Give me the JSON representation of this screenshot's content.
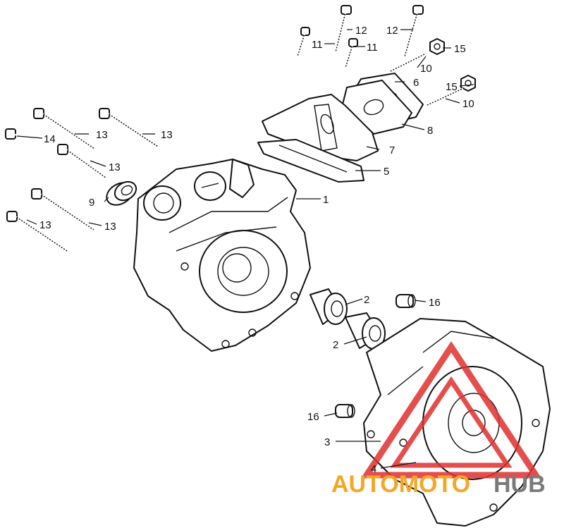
{
  "callouts": {
    "c1": "1",
    "c2a": "2",
    "c2b": "2",
    "c3": "3",
    "c4": "4",
    "c5": "5",
    "c6": "6",
    "c7": "7",
    "c8": "8",
    "c9": "9",
    "c10a": "10",
    "c10b": "10",
    "c11a": "11",
    "c11b": "11",
    "c12a": "12",
    "c12b": "12",
    "c13a": "13",
    "c13b": "13",
    "c13c": "13",
    "c13d": "13",
    "c13e": "13",
    "c14": "14",
    "c15a": "15",
    "c15b": "15",
    "c16a": "16",
    "c16b": "16"
  },
  "watermark": {
    "part1": "AUTOMOTO",
    "part2": "HUB",
    "color_primary": "#f5a623",
    "color_secondary": "#7a7a7a",
    "logo_color": "#e0302d"
  }
}
